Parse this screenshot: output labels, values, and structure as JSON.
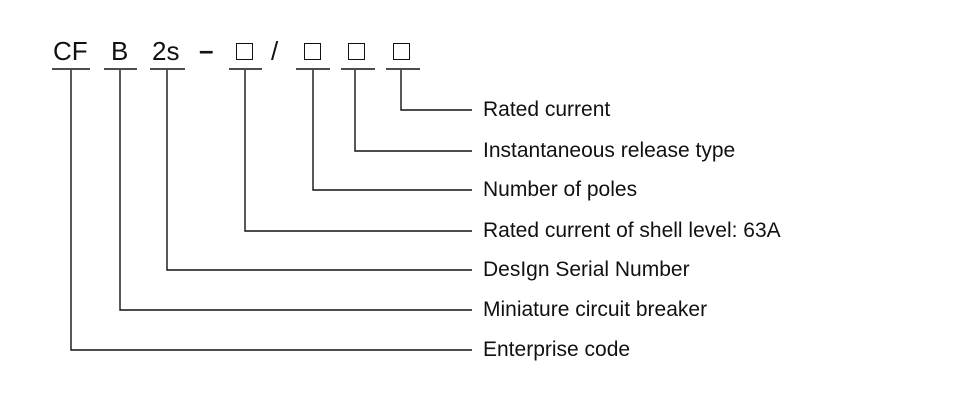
{
  "code": {
    "part_cf": "CF",
    "part_b": "B",
    "part_2s": "2s",
    "dash": "–",
    "slash": "/"
  },
  "labels": {
    "rated_current": "Rated current",
    "instantaneous_release_type": "Instantaneous release type",
    "number_of_poles": "Number of poles",
    "shell_level": "Rated current of shell level: 63A",
    "design_serial_number": "DesIgn Serial Number",
    "miniature_circuit_breaker": "Miniature circuit breaker",
    "enterprise_code": "Enterprise code"
  }
}
